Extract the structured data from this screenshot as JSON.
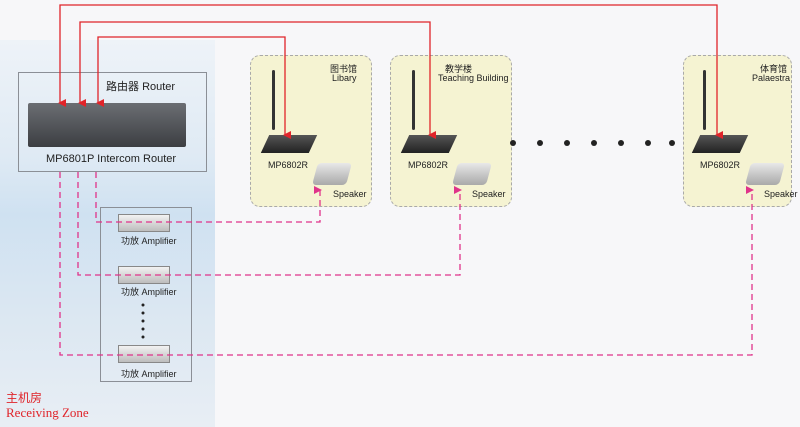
{
  "router": {
    "title_cn": "路由器",
    "title_en": "Router",
    "model": "MP6801P Intercom Router"
  },
  "amplifiers": [
    {
      "label": "功放 Amplifier"
    },
    {
      "label": "功放 Amplifier"
    },
    {
      "label": "功放 Amplifier"
    }
  ],
  "zones": [
    {
      "name_cn": "图书馆",
      "name_en": "Libary",
      "console": "MP6802R",
      "speaker": "Speaker"
    },
    {
      "name_cn": "教学楼",
      "name_en": "Teaching Building",
      "console": "MP6802R",
      "speaker": "Speaker"
    },
    {
      "name_cn": "体育馆",
      "name_en": "Palaestra",
      "console": "MP6802R",
      "speaker": "Speaker"
    }
  ],
  "receiving_zone": {
    "cn": "主机房",
    "en": "Receiving Zone"
  },
  "colors": {
    "control_line": "#e0242a",
    "audio_line": "#e0338a",
    "zone_bg": "#f5f3d2"
  }
}
